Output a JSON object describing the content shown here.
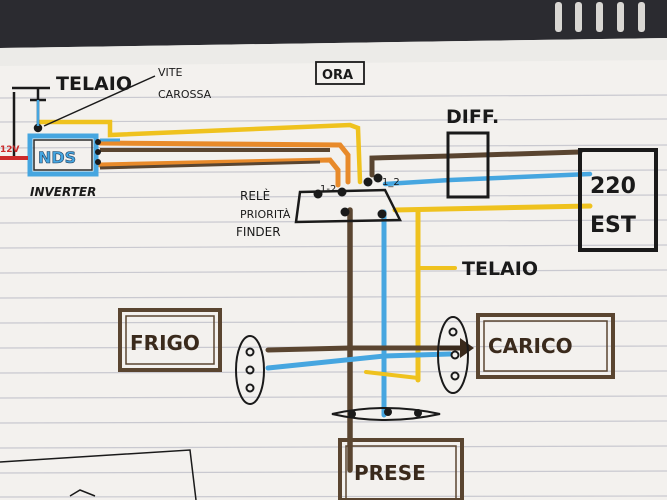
{
  "labels": {
    "telaio_top": "TELAIO",
    "vite_carossa_1": "VITE",
    "vite_carossa_2": "CAROSSA",
    "ora": "ORA",
    "nds": "NDS",
    "inverter": "INVERTER",
    "left_marker": "12V",
    "diff": "DIFF.",
    "est_220_1": "220",
    "est_220_2": "EST",
    "rele_1": "RELÈ",
    "rele_2": "PRIORITÀ",
    "rele_3": "FINDER",
    "contact_a": "1-2",
    "contact_b": "1_2",
    "telaio_right": "TELAIO",
    "frigo": "FRIGO",
    "carico": "CARICO",
    "prese": "PRESE"
  },
  "colors": {
    "brown": "#5a4530",
    "blue": "#46a6e0",
    "yellow": "#efc21e",
    "orange": "#e88a2a",
    "red": "#cc2a2a",
    "ink": "#1a1a1a",
    "paper": "#f4f2ef",
    "rule": "#c8c8cf"
  }
}
